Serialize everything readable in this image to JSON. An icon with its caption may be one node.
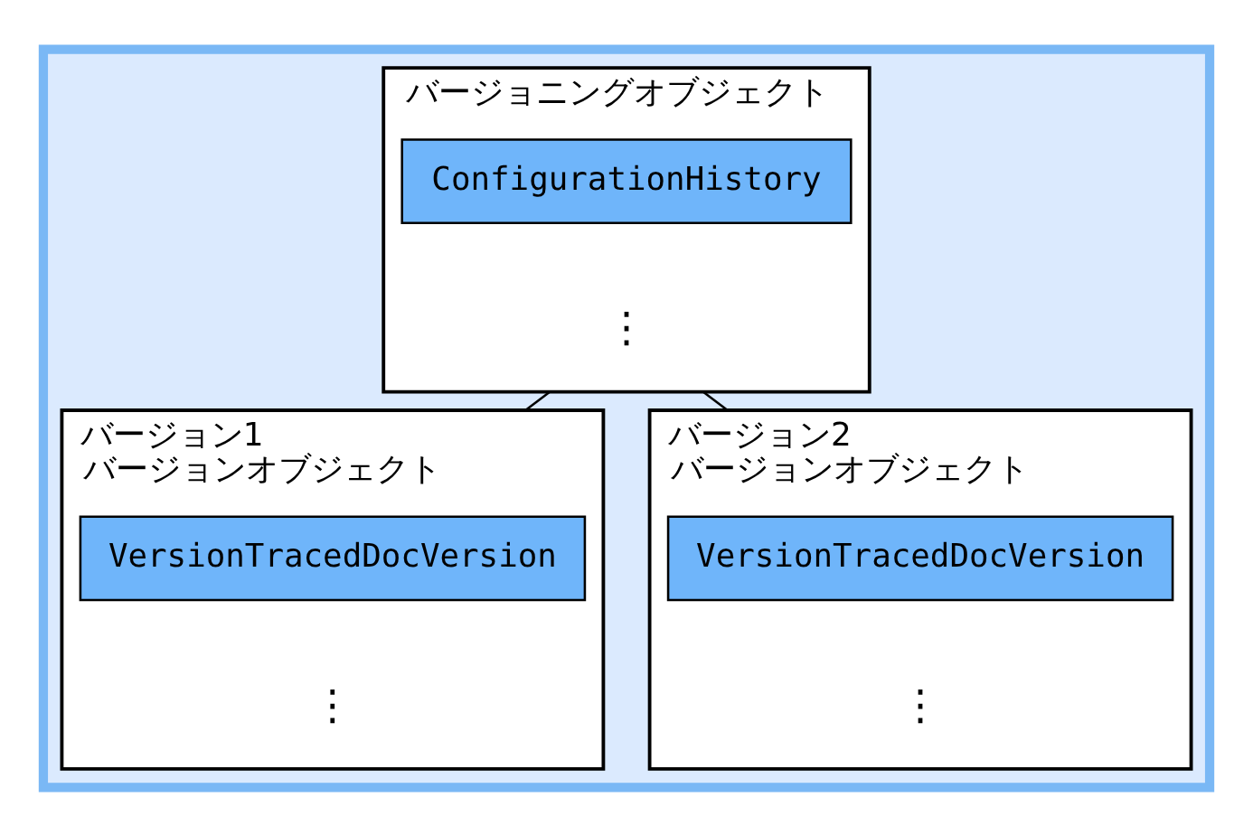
{
  "diagram": {
    "nodes": [
      {
        "text": [],
        "shape": "box"
      },
      {
        "text": [
          "バージョニングオブジェクト",
          "⋮"
        ],
        "in": 0
      },
      {
        "text": [
          "ConfigurationHistory"
        ],
        "in": 1
      },
      {
        "text": [
          "バージョンオブジェクト",
          "⋮"
        ],
        "in": 0,
        "beside": [
          "バージョン1"
        ]
      },
      {
        "text": [
          "VersionTracedDocVersion"
        ],
        "in": 3
      },
      {
        "text": [
          "バージョンオブジェクト",
          "⋮"
        ],
        "in": 0,
        "beside": [
          "バージョン2"
        ]
      },
      {
        "text": [
          "VersionTracedDocVersion"
        ],
        "in": 5
      }
    ],
    "edges": [
      {
        "from": 1,
        "to": 3,
        "arrow": "none"
      },
      {
        "from": 1,
        "to": 5,
        "arrow": "none"
      }
    ]
  }
}
